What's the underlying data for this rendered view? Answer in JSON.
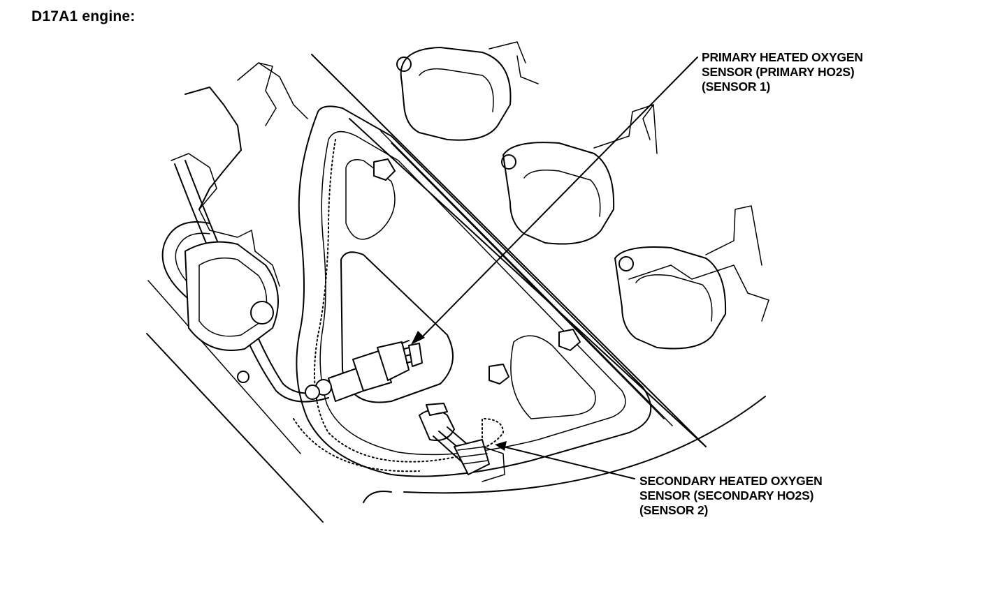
{
  "title": "D17A1 engine:",
  "callouts": {
    "primary": {
      "line1": "PRIMARY HEATED OXYGEN",
      "line2": "SENSOR (PRIMARY HO2S)",
      "line3": "(SENSOR 1)"
    },
    "secondary": {
      "line1": "SECONDARY HEATED OXYGEN",
      "line2": "SENSOR (SECONDARY HO2S)",
      "line3": "(SENSOR 2)"
    }
  },
  "colors": {
    "line": "#000000",
    "background": "#ffffff"
  }
}
